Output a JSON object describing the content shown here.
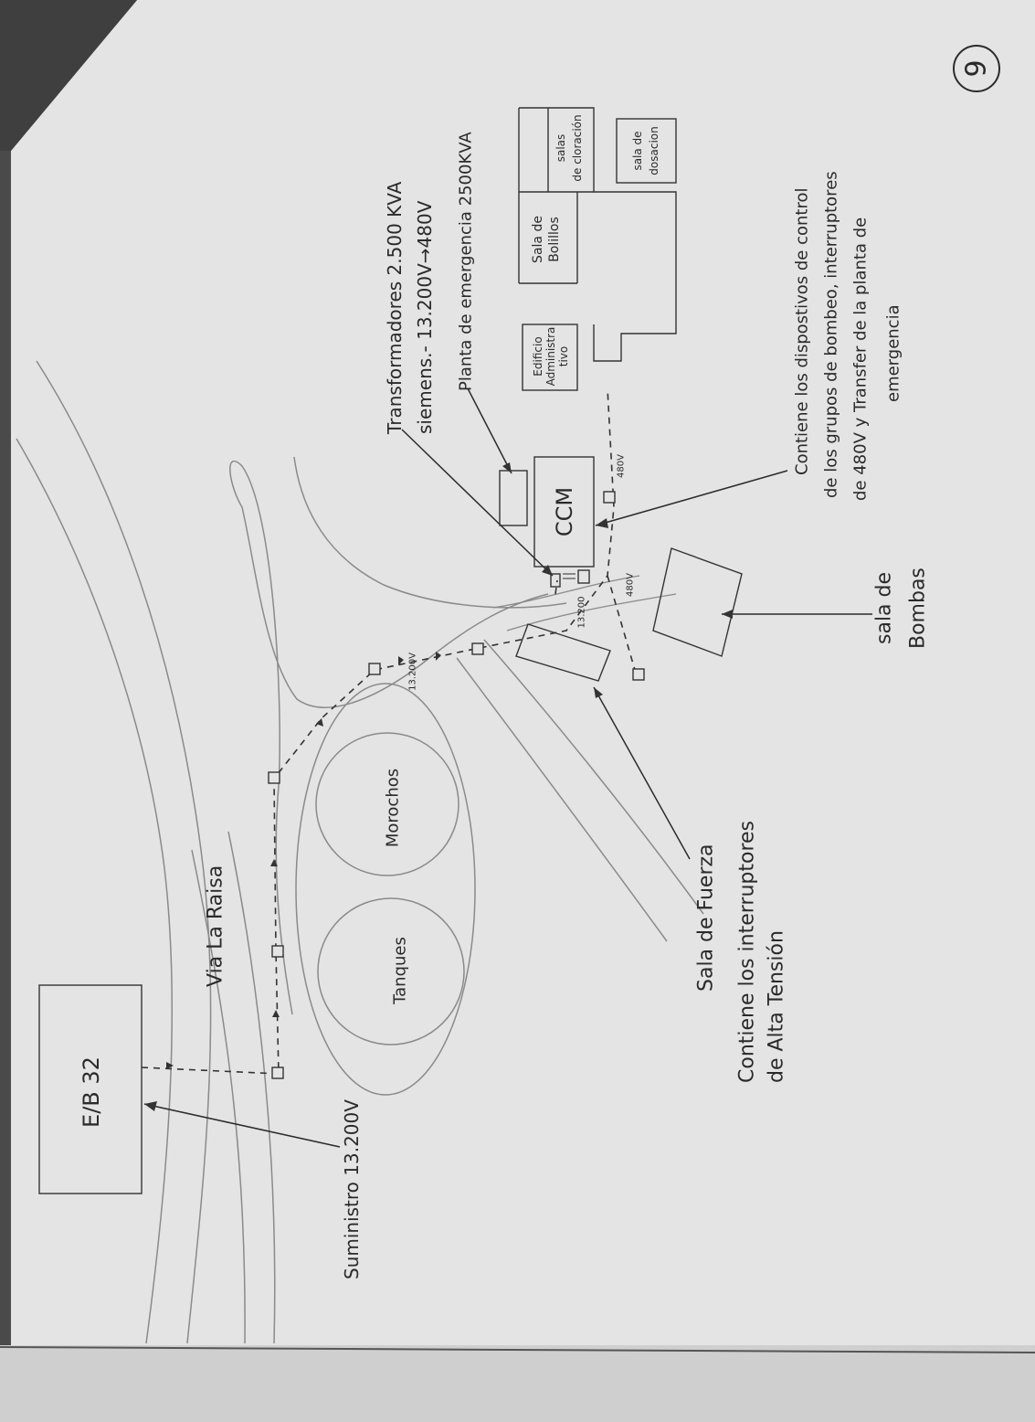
{
  "page_number": "9",
  "labels": {
    "eb32": "E/B 32",
    "via": "Via La Raisa",
    "tanques": "Tanques",
    "morochos": "Morochos",
    "suministro": "Suministro 13.200V",
    "v13200_small": "13.200V",
    "v13200_small_b": "13.200",
    "v480_a": "480V",
    "v480_b": "480V",
    "ccm": "CCM",
    "trafo_line1": "Transformadores 2.500 KVA",
    "trafo_line2": "siemens.- 13.200V→480V",
    "planta": "Planta de emergencia 2500KVA",
    "edificio_line1": "Edificio",
    "edificio_line2": "Administra",
    "edificio_line3": "tivo",
    "sala_bolillos_1": "Sala de",
    "sala_bolillos_2": "Bolillos",
    "salas_cloracion_1": "salas",
    "salas_cloracion_2": "de cloración",
    "sala_dosacion_1": "sala de",
    "sala_dosacion_2": "dosacion",
    "contiene_1": "Contiene los dispostivos de control",
    "contiene_2": "de los grupos de bombeo, interruptores",
    "contiene_3": "de 480V y Transfer de la planta de",
    "contiene_4": "emergencia",
    "sala_bombas_1": "sala de",
    "sala_bombas_2": "Bombas",
    "sala_fuerza_1": "Sala de Fuerza",
    "sala_fuerza_2": "Contiene los interruptores",
    "sala_fuerza_3": "de Alta Tensión"
  }
}
